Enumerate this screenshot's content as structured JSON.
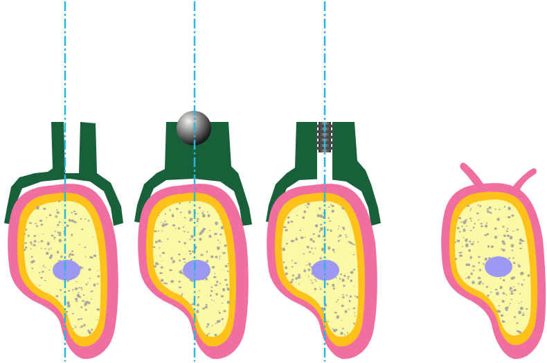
{
  "colors": {
    "guide": "#29b6e0",
    "cap": "#17603a",
    "mucosa": "#f06fa0",
    "cortex": "#ffc21a",
    "marrow": "#fbf8a6",
    "speck": "#a8a8a0",
    "nerve": "#9b99f2",
    "ball_dark": "#1a1a1a",
    "ball_light": "#f2f2f2",
    "screw": "#4a4a4a"
  },
  "panels": [
    {
      "id": "open-cap",
      "attachment": "none",
      "has_cap": true,
      "has_guide": true
    },
    {
      "id": "ball-cap",
      "attachment": "ball",
      "has_cap": true,
      "has_guide": true
    },
    {
      "id": "screw-cap",
      "attachment": "screw",
      "has_cap": true,
      "has_guide": true
    },
    {
      "id": "no-cap",
      "attachment": "none",
      "has_cap": false,
      "has_guide": false
    }
  ]
}
